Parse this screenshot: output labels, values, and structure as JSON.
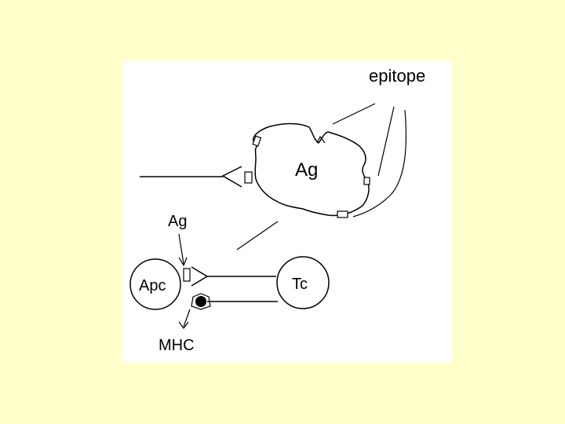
{
  "labels": {
    "epitope": "epitope",
    "antigen_large": "Ag",
    "antigen_small": "Ag",
    "apc": "Apc",
    "tc": "Tc",
    "mhc": "MHC"
  },
  "colors": {
    "background": "#ffffcc",
    "panel": "#ffffff",
    "ink": "#000000"
  }
}
